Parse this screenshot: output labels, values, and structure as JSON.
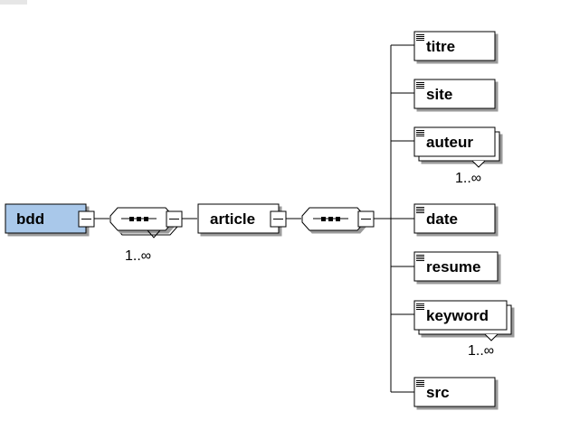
{
  "diagram": {
    "root": {
      "label": "bdd",
      "fill": "#a9c8ea"
    },
    "sequence1": {
      "occurrence": "1..∞"
    },
    "article": {
      "label": "article"
    },
    "children": [
      {
        "id": "titre",
        "label": "titre",
        "multiple": false,
        "occurrence": ""
      },
      {
        "id": "site",
        "label": "site",
        "multiple": false,
        "occurrence": ""
      },
      {
        "id": "auteur",
        "label": "auteur",
        "multiple": true,
        "occurrence": "1..∞"
      },
      {
        "id": "date",
        "label": "date",
        "multiple": false,
        "occurrence": ""
      },
      {
        "id": "resume",
        "label": "resume",
        "multiple": false,
        "occurrence": ""
      },
      {
        "id": "keyword",
        "label": "keyword",
        "multiple": true,
        "occurrence": "1..∞"
      },
      {
        "id": "src",
        "label": "src",
        "multiple": false,
        "occurrence": ""
      }
    ]
  }
}
